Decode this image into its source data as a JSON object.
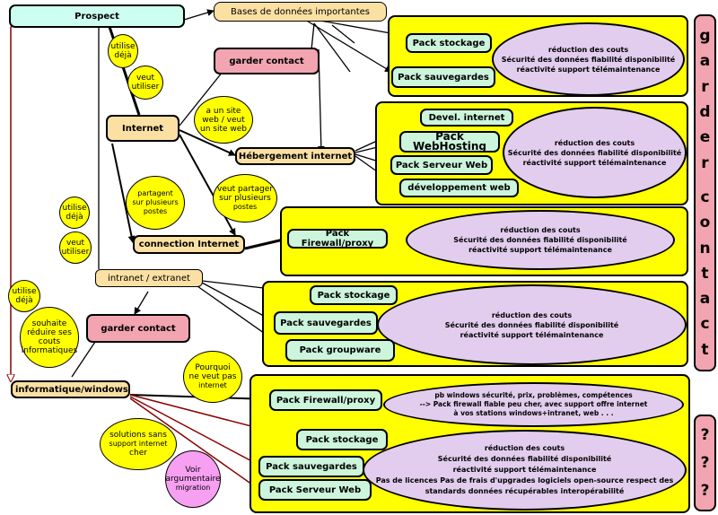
{
  "nodes": {
    "prospect": "Prospect",
    "bases": "Bases de données importantes",
    "garder_contact_top": "garder contact",
    "internet": "Internet",
    "hebergement": "Hébergement internet",
    "connection": "connection Internet",
    "intranet": "intranet / extranet",
    "garder_contact_mid": "garder contact",
    "informatique": "informatique/windows"
  },
  "panels": {
    "p1": {
      "items": [
        "Pack stockage",
        "Pack sauvegardes"
      ],
      "ellipse": [
        "réduction des couts",
        "Sécurité des données fiabilité disponibilité",
        "réactivité support télémaintenance"
      ]
    },
    "p2": {
      "items": [
        "Devel. internet",
        "Pack WebHosting",
        "Pack Serveur Web",
        "développement web"
      ],
      "ellipse": [
        "réduction des couts",
        "Sécurité des données fiabilité disponibilité",
        "réactivité support télémaintenance"
      ]
    },
    "p3": {
      "items": [
        "Pack Firewall/proxy"
      ],
      "ellipse": [
        "réduction des couts",
        "Sécurité des données fiabilité disponibilité",
        "réactivité support télémaintenance"
      ]
    },
    "p4": {
      "items": [
        "Pack stockage",
        "Pack sauvegardes",
        "Pack groupware"
      ],
      "ellipse": [
        "réduction des couts",
        "Sécurité des données fiabilité disponibilité",
        "réactivité support télémaintenance"
      ]
    },
    "p5": {
      "items": [
        "Pack Firewall/proxy",
        "Pack stockage",
        "Pack sauvegardes",
        "Pack Serveur Web"
      ],
      "ellipse_top": [
        "pb windows sécurité, prix, problèmes, compétences",
        "--> Pack firewall fiable peu cher, avec support offre internet",
        "à vos stations windows+intranet, web . . ."
      ],
      "ellipse_bottom": [
        "réduction des couts",
        "Sécurité des données fiabilité disponibilité",
        "réactivité support télémaintenance",
        "Pas de licences Pas de frais d'upgrades logiciels open-source respect des",
        "standards données récupérables interopérabilité"
      ]
    }
  },
  "bubbles": {
    "utilise_deja_1": [
      "utilise",
      "déjà"
    ],
    "veut_utiliser_1": [
      "veut",
      "utiliser"
    ],
    "site_web": [
      "a un site",
      "web / veut",
      "un site web"
    ],
    "partagent": [
      "partagent",
      "sur plusieurs",
      "postes"
    ],
    "partager": [
      "veut partager",
      "sur plusieurs",
      "postes"
    ],
    "utilise_deja_2": [
      "utilise",
      "déjà"
    ],
    "veut_utiliser_2": [
      "veut",
      "utiliser"
    ],
    "utilise_deja_3": [
      "utilise",
      "déjà"
    ],
    "souhaite": [
      "souhaite",
      "réduire ses",
      "couts",
      "informatiques"
    ],
    "pourquoi": [
      "Pourquoi",
      "ne veut pas",
      "internet"
    ],
    "solutions": [
      "solutions sans",
      "support internet",
      "cher"
    ],
    "voir": [
      "Voir",
      "argumentaire",
      "migration"
    ]
  },
  "side_right": {
    "garder_contact_letters": [
      "g",
      "a",
      "r",
      "d",
      "e",
      "r",
      "c",
      "o",
      "n",
      "t",
      "a",
      "c",
      "t"
    ],
    "question_marks": [
      "?",
      "?",
      "?"
    ]
  },
  "colors": {
    "panel": "#ffff00",
    "ellipse": "#e2cdee",
    "pack": "#ccf5dc",
    "beige_node": "#fbe0a3",
    "pink_node": "#f2a4b0",
    "prospect": "#ccfff0",
    "red_arrow": "#8b0000"
  }
}
